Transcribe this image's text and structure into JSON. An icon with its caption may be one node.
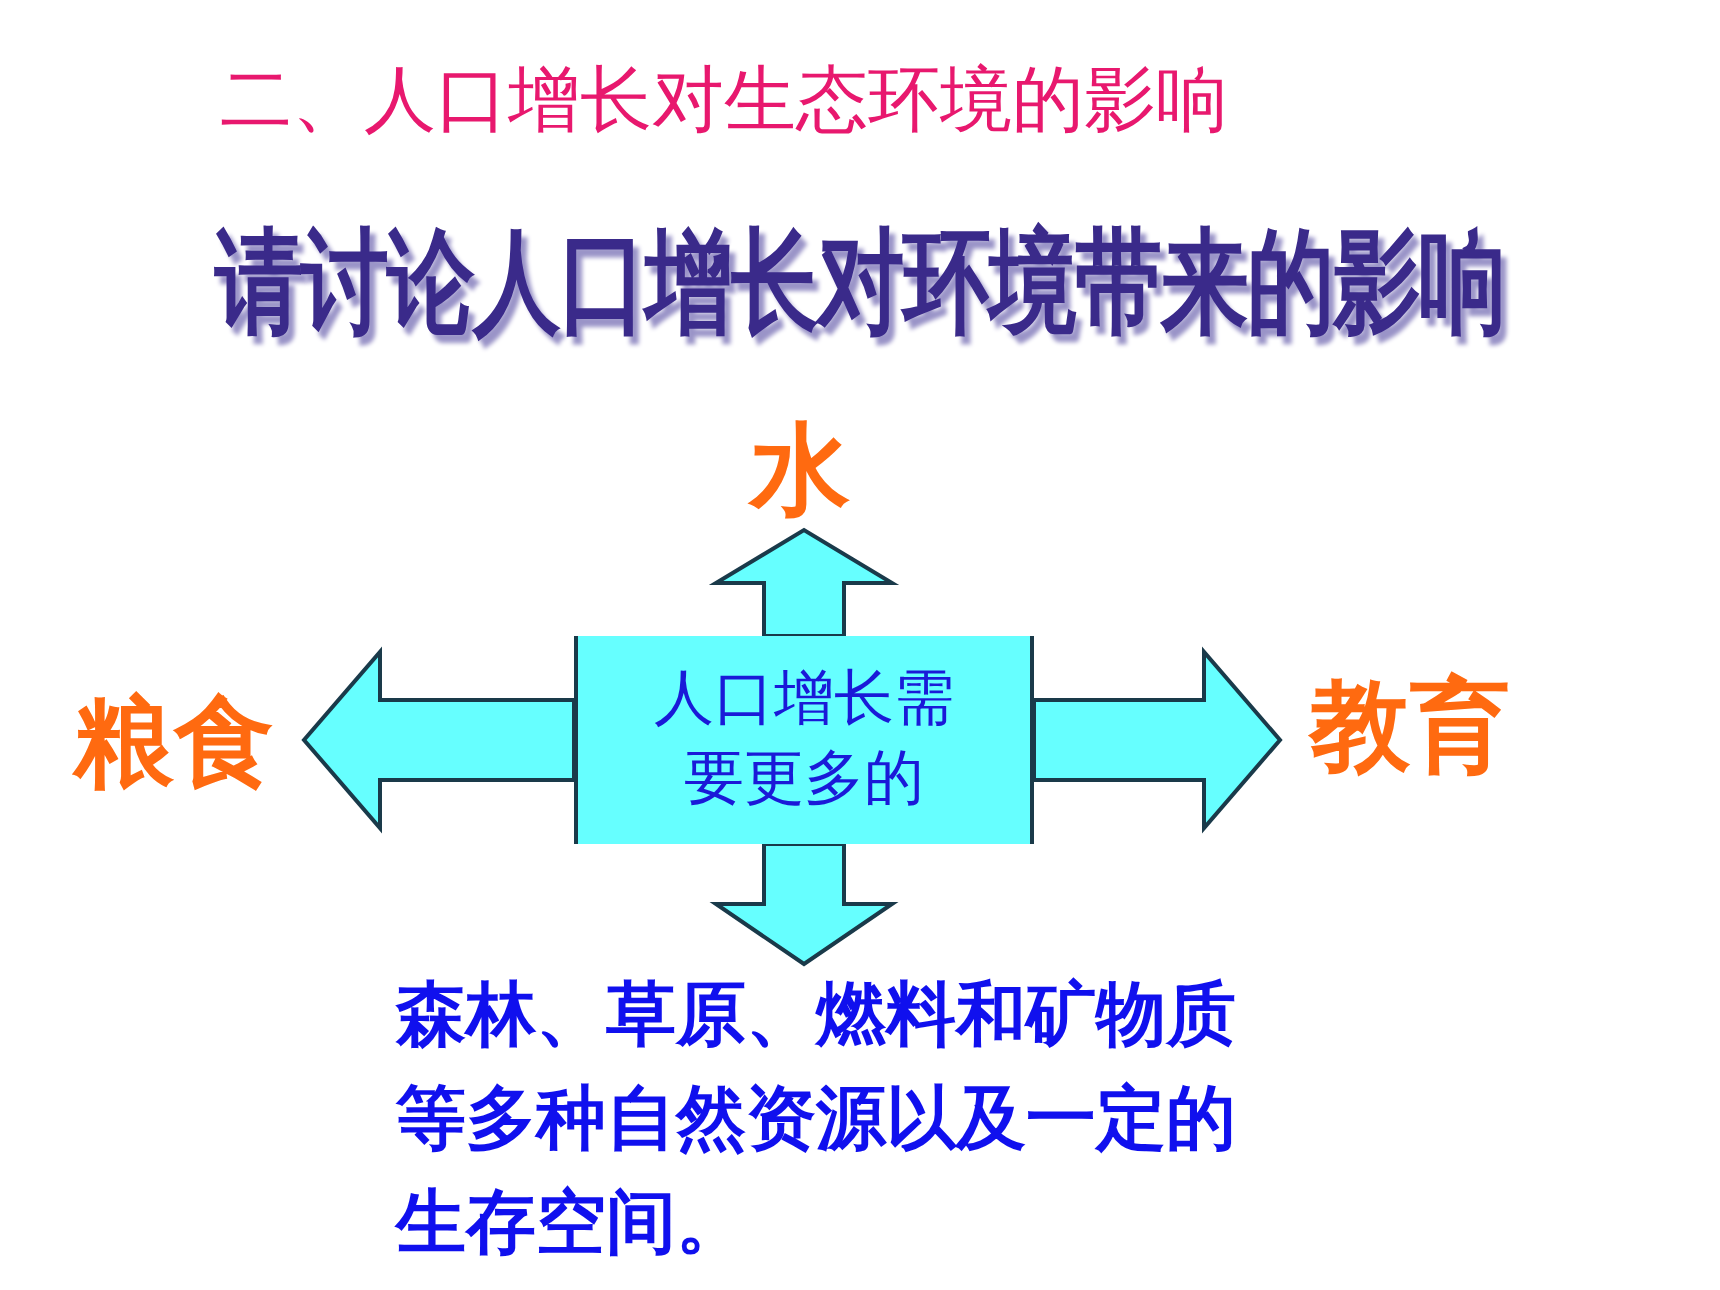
{
  "diagram": {
    "title": "二、人口增长对生态环境的影响",
    "nodes": [
      {
        "text": [
          "人口增长需要更多的"
        ]
      },
      {
        "text": [
          "水"
        ]
      },
      {
        "text": [
          "粮食"
        ]
      },
      {
        "text": [
          "教育"
        ]
      },
      {
        "text": [
          "森林、草原、燃料和矿物质等多种**自然资源**以及一定的**生存空间**。"
        ]
      }
    ],
    "edges": [
      {
        "from": 0,
        "to": 1,
        "arrow": "to"
      },
      {
        "from": 0,
        "to": 2,
        "arrow": "to"
      },
      {
        "from": 0,
        "to": 3,
        "arrow": "to"
      },
      {
        "from": 0,
        "to": 4,
        "arrow": "to"
      }
    ],
    "labels": [
      "请讨论人口增长对环境带来的影响"
    ]
  }
}
